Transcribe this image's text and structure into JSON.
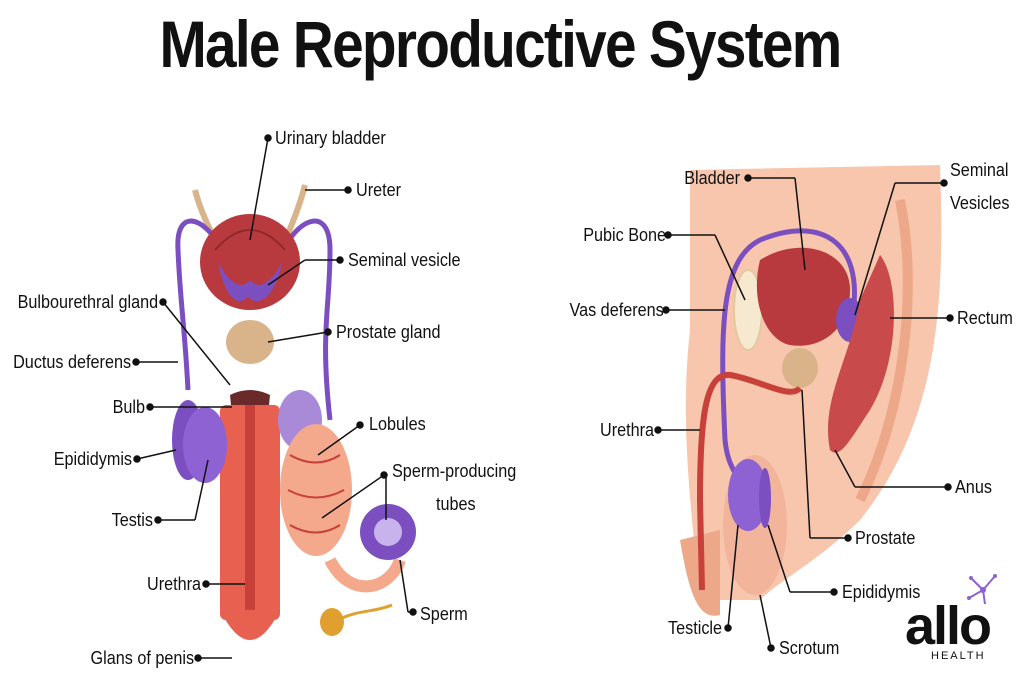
{
  "title": "Male Reproductive System",
  "left_labels": {
    "urinary_bladder": "Urinary bladder",
    "ureter": "Ureter",
    "seminal_vesicle": "Seminal vesicle",
    "bulbourethral_gland": "Bulbourethral gland",
    "prostate_gland": "Prostate gland",
    "ductus_deferens": "Ductus deferens",
    "bulb": "Bulb",
    "lobules": "Lobules",
    "epididymis": "Epididymis",
    "sperm_producing_tubes_line1": "Sperm-producing",
    "sperm_producing_tubes_line2": "tubes",
    "testis": "Testis",
    "urethra": "Urethra",
    "sperm": "Sperm",
    "glans_of_penis": "Glans of penis"
  },
  "right_labels": {
    "bladder": "Bladder",
    "seminal_vesicles_line1": "Seminal",
    "seminal_vesicles_line2": "Vesicles",
    "pubic_bone": "Pubic Bone",
    "vas_deferens": "Vas deferens",
    "rectum": "Rectum",
    "urethra": "Urethra",
    "anus": "Anus",
    "prostate": "Prostate",
    "epididymis": "Epididymis",
    "testicle": "Testicle",
    "scrotum": "Scrotum"
  },
  "logo": {
    "word": "allo",
    "sub": "HEALTH"
  },
  "colors": {
    "skin": "#f7c6ad",
    "skin_dark": "#eda88a",
    "bladder": "#b83a3e",
    "vessel_purple": "#7b4fc0",
    "testis_purple": "#8e62d2",
    "prostate": "#d9b48a",
    "urethra_red": "#e8604f",
    "rectum": "#c84a4a",
    "ureter": "#d9b48a"
  }
}
